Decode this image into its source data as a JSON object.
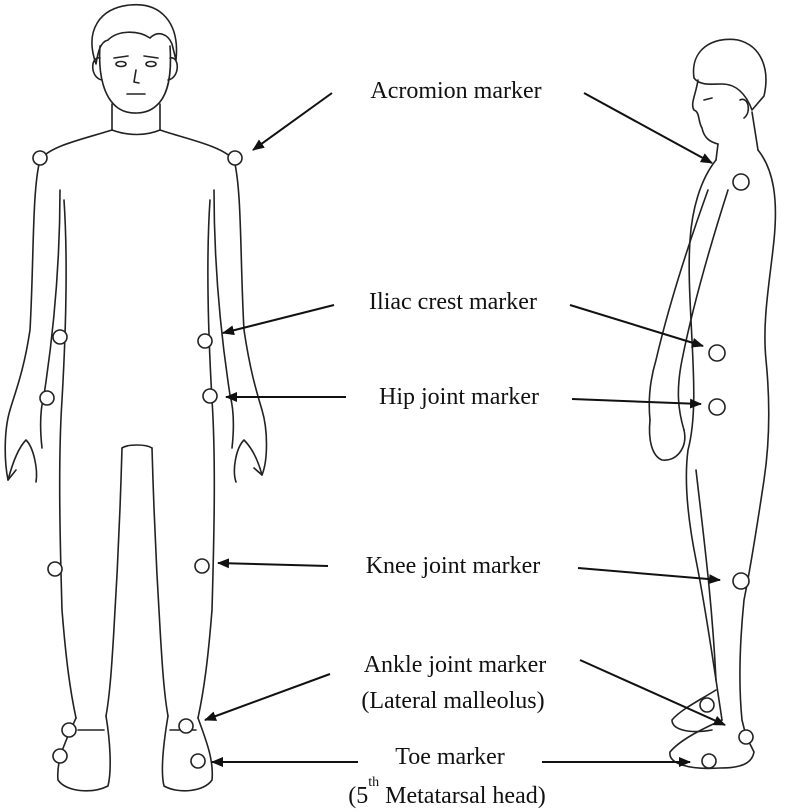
{
  "labels": {
    "acromion": "Acromion marker",
    "iliac": "Iliac crest marker",
    "hip": "Hip joint marker",
    "knee": "Knee joint marker",
    "ankle": "Ankle joint marker",
    "ankle_sub": "(Lateral malleolus)",
    "toe": "Toe marker",
    "toe_sub_prefix": "(5",
    "toe_sub_sup": "th",
    "toe_sub_rest": " Metatarsal head)"
  },
  "colors": {
    "line": "#222222",
    "text": "#111111",
    "background": "#ffffff"
  }
}
